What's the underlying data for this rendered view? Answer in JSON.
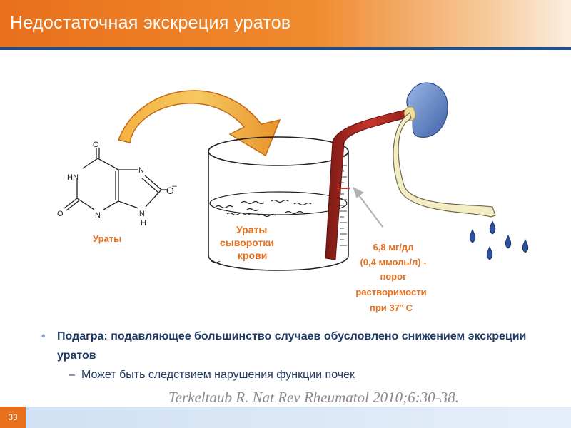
{
  "slide": {
    "title": "Недостаточная экскреция уратов",
    "page_number": "33"
  },
  "molecule": {
    "atom_o_top": "O",
    "atom_hn": "HN",
    "atom_o_left": "O",
    "atom_n_bottom": "N",
    "atom_n_right_top": "N",
    "atom_n_right_bottom": "N",
    "atom_h": "H",
    "atom_o_minus": "O",
    "charge": "–",
    "label": "Ураты"
  },
  "beaker": {
    "label_line1": "Ураты",
    "label_line2": "сыворотки",
    "label_line3": "крови"
  },
  "threshold": {
    "line1": "6,8 мг/дл",
    "line2": "(0,4 ммоль/л) -",
    "line3": "порог",
    "line4": "растворимости",
    "line5": "при 37° С"
  },
  "bullets": {
    "main": "Подагра: подавляющее большинство случаев обусловлено снижением экскреции уратов",
    "sub": "Может быть следствием нарушения функции почек",
    "bullet_glyph": "•",
    "dash_glyph": "–"
  },
  "citation": "Terkeltaub R. Nat Rev Rheumatol 2010;6:30-38.",
  "colors": {
    "header_orange": "#e8701c",
    "stripe_blue": "#1f4e8c",
    "label_orange": "#e8701c",
    "kidney_blue": "#5a7fc0",
    "tube_red": "#b3261e",
    "text_navy": "#1f3a64"
  }
}
